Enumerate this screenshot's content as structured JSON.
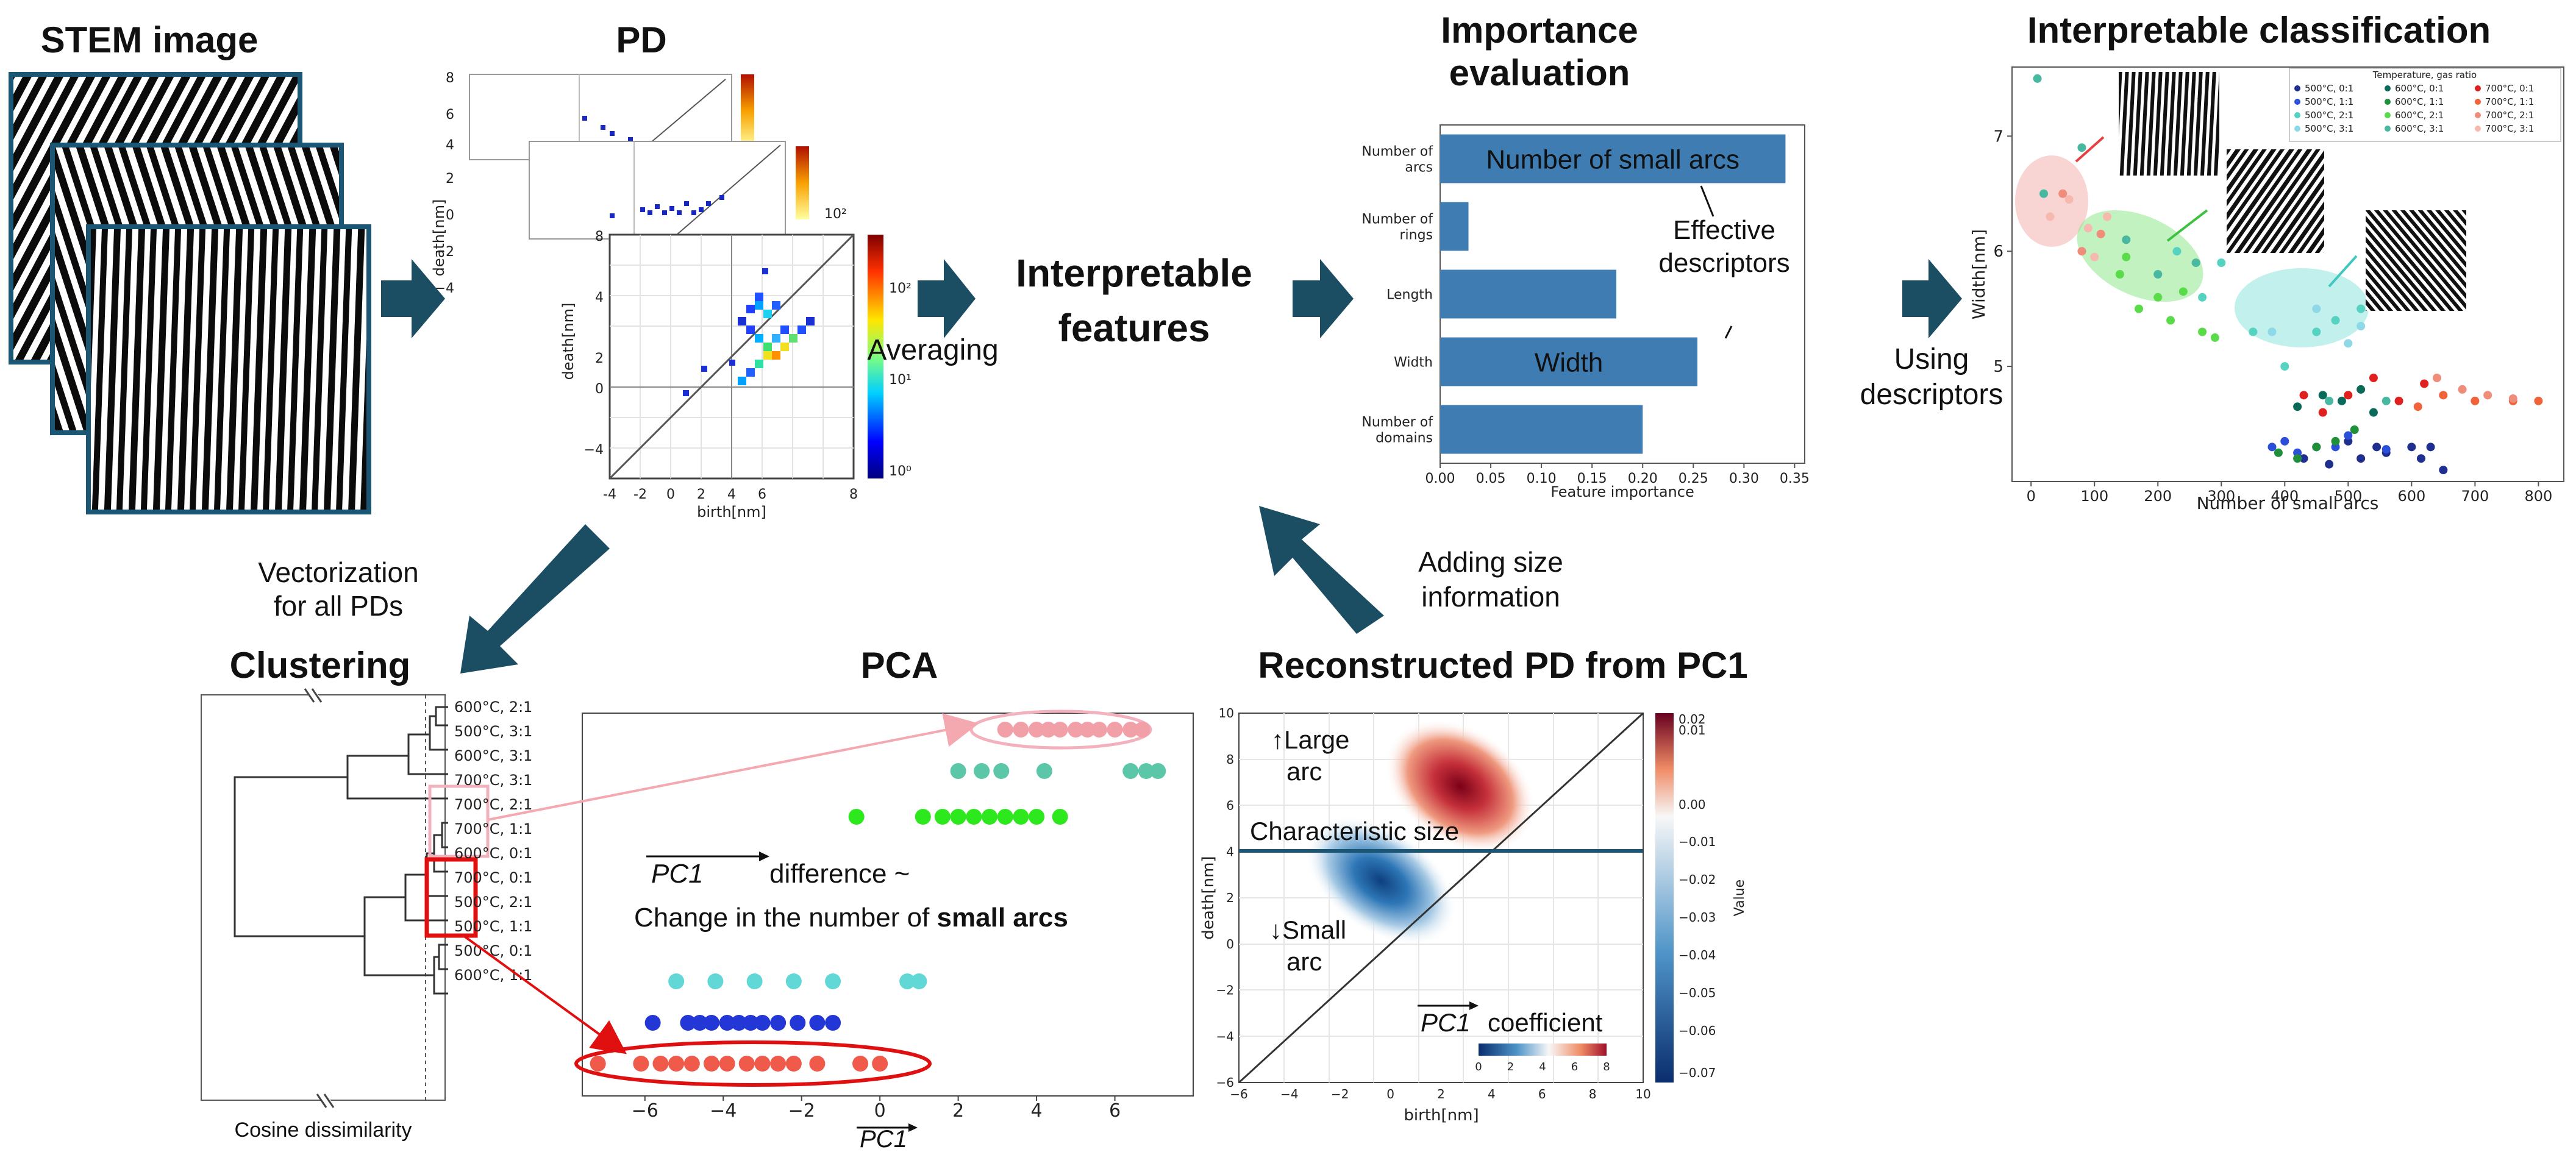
{
  "headings": {
    "stem": "STEM image",
    "pd": "PD",
    "importance": [
      "Importance",
      "evaluation"
    ],
    "classification": "Interpretable classification",
    "clustering": "Clustering",
    "pca": "PCA",
    "reconstructed": "Reconstructed PD from PC1"
  },
  "labels": {
    "averaging": "Averaging",
    "interpretable_features": [
      "Interpretable",
      "features"
    ],
    "using_descriptors": [
      "Using",
      "descriptors"
    ],
    "vectorization": [
      "Vectorization",
      "for all PDs"
    ],
    "adding_size": [
      "Adding size",
      "information"
    ],
    "effective_descriptors": [
      "Effective",
      "descriptors"
    ],
    "cosine": "Cosine dissimilarity",
    "pc1_difference": "difference ~",
    "pc1": "PC1",
    "change_prefix": "Change in the number of ",
    "change_bold": "small arcs",
    "large_arc": [
      "↑Large",
      "arc"
    ],
    "small_arc": [
      "↓Small",
      "arc"
    ],
    "characteristic_size": "Characteristic size",
    "pc1_coefficient": "coefficient",
    "value_label": "Value"
  },
  "pd_plot": {
    "xlabel": "birth[nm]",
    "ylabel": "death[nm]",
    "ticks": [
      "-4",
      "-2",
      "0",
      "2",
      "4",
      "6",
      "8"
    ],
    "colorbar_ticks": [
      "10²",
      "10¹",
      "10⁰"
    ]
  },
  "importance_chart": {
    "type": "bar",
    "categories": [
      [
        "Number of",
        "arcs"
      ],
      [
        "Number of",
        "rings"
      ],
      [
        "Length"
      ],
      [
        "Width"
      ],
      [
        "Number of",
        "domains"
      ]
    ],
    "values": [
      0.341,
      0.028,
      0.174,
      0.254,
      0.2
    ],
    "bar_labels": [
      "Number of small arcs",
      "",
      "",
      "Width",
      ""
    ],
    "xlabel": "Feature importance",
    "xticks": [
      "0.00",
      "0.05",
      "0.10",
      "0.15",
      "0.20",
      "0.25",
      "0.30",
      "0.35"
    ],
    "xlim": [
      0,
      0.36
    ]
  },
  "scatter_chart": {
    "type": "scatter",
    "xlabel": "Number of small arcs",
    "ylabel": "Width[nm]",
    "xticks": [
      "0",
      "100",
      "200",
      "300",
      "400",
      "500",
      "600",
      "700",
      "800"
    ],
    "yticks": [
      "5",
      "6",
      "7"
    ],
    "xlim": [
      -30,
      840
    ],
    "ylim": [
      4.0,
      7.6
    ],
    "legend_title": "Temperature, gas ratio",
    "series": [
      {
        "name": "500°C, 0:1",
        "color": "#1f2f8f",
        "points": [
          [
            430,
            4.2
          ],
          [
            450,
            4.3
          ],
          [
            470,
            4.15
          ],
          [
            500,
            4.35
          ],
          [
            520,
            4.2
          ],
          [
            545,
            4.3
          ],
          [
            560,
            4.25
          ],
          [
            600,
            4.3
          ],
          [
            615,
            4.2
          ],
          [
            630,
            4.3
          ],
          [
            650,
            4.1
          ]
        ]
      },
      {
        "name": "500°C, 1:1",
        "color": "#2b4fd8",
        "points": [
          [
            380,
            4.3
          ],
          [
            400,
            4.35
          ],
          [
            420,
            4.25
          ],
          [
            480,
            4.3
          ],
          [
            500,
            4.4
          ],
          [
            560,
            4.28
          ]
        ]
      },
      {
        "name": "500°C, 2:1",
        "color": "#56d2c0",
        "points": [
          [
            230,
            6.0
          ],
          [
            270,
            5.6
          ],
          [
            300,
            5.9
          ],
          [
            350,
            5.3
          ],
          [
            400,
            5.0
          ],
          [
            450,
            5.3
          ],
          [
            480,
            5.4
          ],
          [
            520,
            5.5
          ]
        ]
      },
      {
        "name": "500°C, 3:1",
        "color": "#8fd8e8",
        "points": [
          [
            380,
            5.3
          ],
          [
            450,
            5.5
          ],
          [
            500,
            5.2
          ],
          [
            520,
            5.35
          ]
        ]
      },
      {
        "name": "600°C, 0:1",
        "color": "#0a6a5a",
        "points": [
          [
            420,
            4.65
          ],
          [
            460,
            4.75
          ],
          [
            490,
            4.7
          ],
          [
            520,
            4.8
          ],
          [
            540,
            4.6
          ]
        ]
      },
      {
        "name": "600°C, 1:1",
        "color": "#1f8f3a",
        "points": [
          [
            390,
            4.25
          ],
          [
            420,
            4.2
          ],
          [
            450,
            4.3
          ],
          [
            480,
            4.35
          ],
          [
            510,
            4.45
          ]
        ]
      },
      {
        "name": "600°C, 2:1",
        "color": "#5adc4a",
        "points": [
          [
            140,
            5.8
          ],
          [
            170,
            5.5
          ],
          [
            200,
            5.6
          ],
          [
            220,
            5.4
          ],
          [
            240,
            5.65
          ],
          [
            270,
            5.3
          ],
          [
            290,
            5.25
          ],
          [
            150,
            5.95
          ]
        ]
      },
      {
        "name": "600°C, 3:1",
        "color": "#49b8a0",
        "points": [
          [
            10,
            7.5
          ],
          [
            20,
            6.5
          ],
          [
            80,
            6.9
          ],
          [
            150,
            6.1
          ],
          [
            200,
            5.8
          ],
          [
            260,
            5.9
          ],
          [
            470,
            4.7
          ],
          [
            560,
            4.7
          ]
        ]
      },
      {
        "name": "700°C, 0:1",
        "color": "#e0201e",
        "points": [
          [
            430,
            4.75
          ],
          [
            460,
            4.6
          ],
          [
            500,
            4.75
          ],
          [
            540,
            4.9
          ],
          [
            580,
            4.7
          ],
          [
            620,
            4.85
          ]
        ]
      },
      {
        "name": "700°C, 1:1",
        "color": "#f0623a",
        "points": [
          [
            610,
            4.65
          ],
          [
            650,
            4.75
          ],
          [
            700,
            4.7
          ],
          [
            760,
            4.7
          ],
          [
            800,
            4.7
          ]
        ]
      },
      {
        "name": "700°C, 2:1",
        "color": "#f08c7a",
        "points": [
          [
            640,
            4.9
          ],
          [
            680,
            4.8
          ],
          [
            720,
            4.75
          ],
          [
            760,
            4.72
          ],
          [
            50,
            6.5
          ],
          [
            80,
            6.0
          ],
          [
            110,
            6.15
          ]
        ]
      },
      {
        "name": "700°C, 3:1",
        "color": "#f7b8b0",
        "points": [
          [
            30,
            6.3
          ],
          [
            60,
            6.45
          ],
          [
            90,
            6.2
          ],
          [
            100,
            5.95
          ],
          [
            120,
            6.3
          ]
        ]
      }
    ]
  },
  "dendrogram": {
    "leaves": [
      "600°C, 2:1",
      "500°C, 3:1",
      "600°C, 3:1",
      "700°C, 3:1",
      "700°C, 2:1",
      "700°C, 1:1",
      "600°C, 0:1",
      "700°C, 0:1",
      "500°C, 2:1",
      "500°C, 1:1",
      "500°C, 0:1",
      "600°C, 1:1"
    ]
  },
  "pca_chart": {
    "type": "scatter",
    "xticks": [
      "-6",
      "-4",
      "-2",
      "0",
      "2",
      "4",
      "6"
    ],
    "xlim": [
      -7.6,
      8.0
    ],
    "rows": [
      {
        "color": "#f2a0a8",
        "x": [
          3.2,
          3.6,
          4.0,
          4.3,
          4.6,
          5.0,
          5.3,
          5.6,
          6.0,
          6.4,
          6.7
        ]
      },
      {
        "color": "#5cc7a8",
        "x": [
          2.0,
          2.6,
          3.1,
          4.2,
          6.4,
          6.8,
          7.1
        ]
      },
      {
        "color": "#2ee81e",
        "x": [
          -0.6,
          1.1,
          1.6,
          2.0,
          2.4,
          2.8,
          3.2,
          3.6,
          4.0,
          4.6
        ]
      },
      {
        "color": "#62d8d6",
        "x": [
          -5.2,
          -4.2,
          -3.2,
          -2.2,
          -1.2,
          0.7,
          1.0
        ]
      },
      {
        "color": "#2336d6",
        "x": [
          -5.8,
          -4.9,
          -4.6,
          -4.3,
          -3.9,
          -3.6,
          -3.3,
          -3.0,
          -2.6,
          -2.1,
          -1.6,
          -1.2
        ]
      },
      {
        "color": "#ef5a4a",
        "x": [
          -7.2,
          -6.1,
          -5.6,
          -5.2,
          -4.8,
          -4.3,
          -3.9,
          -3.4,
          -3.0,
          -2.6,
          -2.2,
          -1.6,
          -0.5,
          0.0
        ]
      }
    ]
  },
  "recon_plot": {
    "xlabel": "birth[nm]",
    "ylabel": "death[nm]",
    "xticks": [
      "-6",
      "-4",
      "-2",
      "0",
      "2",
      "4",
      "6",
      "8",
      "10"
    ],
    "yticks": [
      "10",
      "8",
      "6",
      "4",
      "2",
      "0",
      "-2",
      "-4",
      "-6"
    ],
    "colorbar_ticks": [
      "0.02",
      "0.01",
      "0.00",
      "-0.01",
      "-0.02",
      "-0.03",
      "-0.04",
      "-0.05",
      "-0.06",
      "-0.07"
    ],
    "inner_ticks": [
      "0",
      "2",
      "4",
      "6",
      "8"
    ]
  },
  "colors": {
    "arrow": "#1c4e63",
    "bar": "#3e7cb1",
    "frame": "#1c5675"
  }
}
